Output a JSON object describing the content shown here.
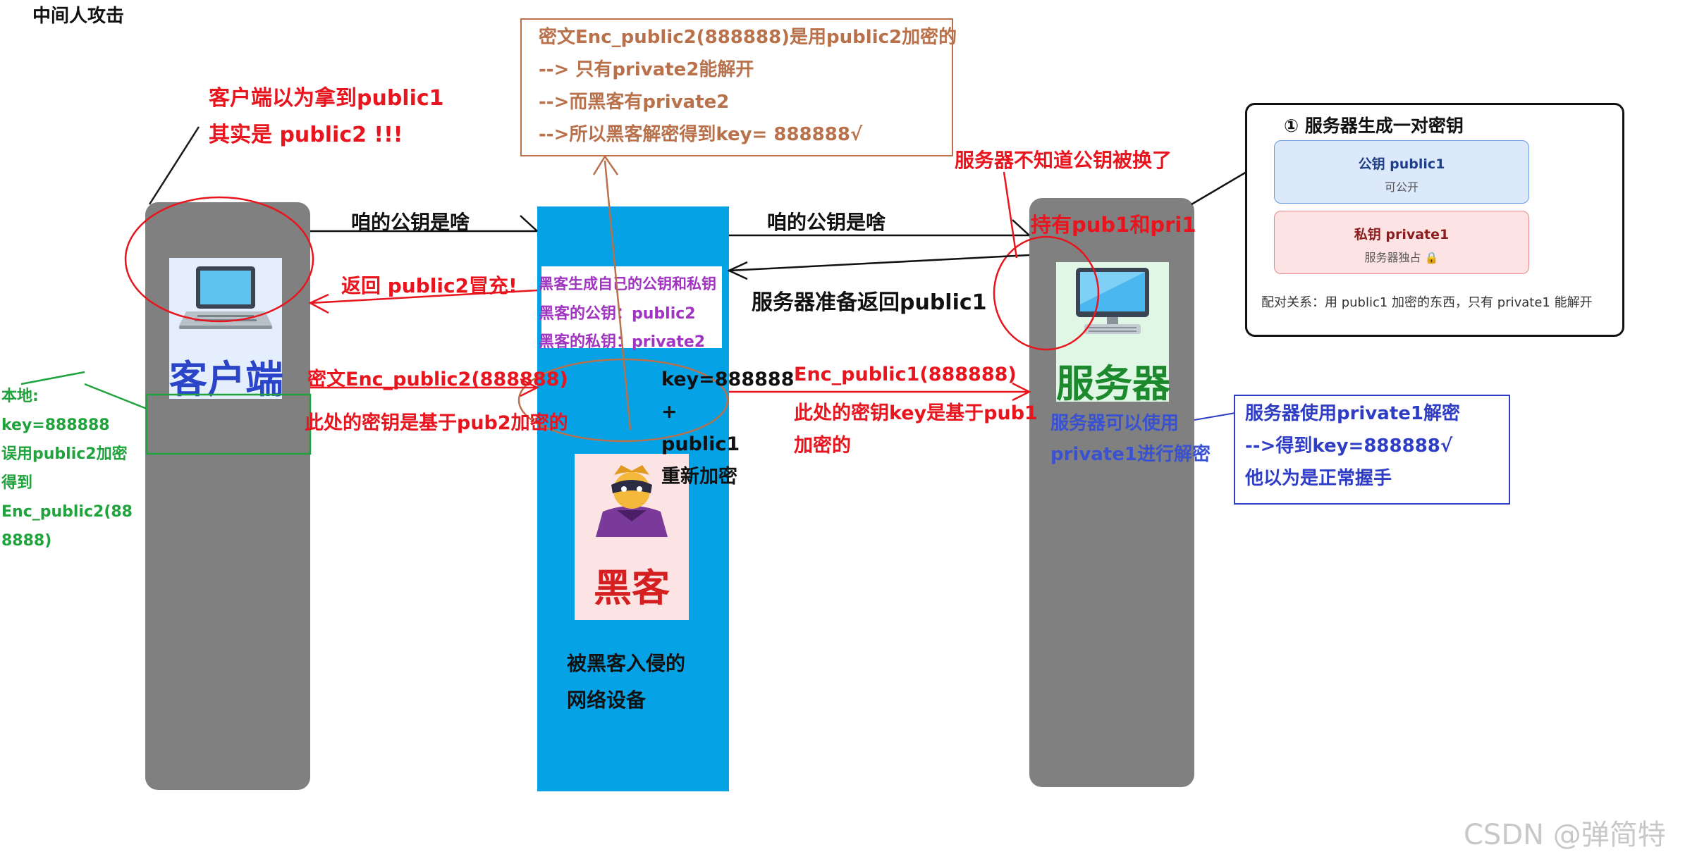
{
  "title": "中间人攻击",
  "client": {
    "label": "客户端",
    "icon": "laptop-icon",
    "thought_line1": "客户端以为拿到public1",
    "thought_line2": "其实是 public2 !!!",
    "local_lines": [
      "本地:",
      "key=888888",
      "误用public2加密",
      "得到",
      "Enc_public2(88",
      "8888)"
    ]
  },
  "hacker": {
    "label": "黑客",
    "icon": "villain-icon",
    "gen_line1": "黑客生成自己的公钥和私钥",
    "gen_line2": "黑客的公钥：public2",
    "gen_line3": "黑客的私钥：private2",
    "reencrypt": [
      "key=888888",
      "+",
      "public1",
      "重新加密"
    ],
    "device_line1": "被黑客入侵的",
    "device_line2": "网络设备"
  },
  "server": {
    "label": "服务器",
    "icon": "monitor-icon",
    "holds": "持有pub1和pri1",
    "can_use_line1": "服务器可以使用",
    "can_use_line2": "private1进行解密",
    "unaware": "服务器不知道公钥被换了",
    "decrypt_box": [
      "服务器使用private1解密",
      "-->得到key=888888√",
      "他以为是正常握手"
    ]
  },
  "top_box": {
    "lines": [
      "密文Enc_public2(888888)是用public2加密的",
      "--> 只有private2能解开",
      "-->而黑客有private2",
      "-->所以黑客解密得到key= 888888√"
    ]
  },
  "messages": {
    "ask1": "咱的公钥是啥",
    "ask2": "咱的公钥是啥",
    "return_fake": "返回 public2冒充!",
    "server_return": "服务器准备返回public1",
    "cipher_client": "密文Enc_public2(888888)",
    "cipher_client_note": "此处的密钥是基于pub2加密的",
    "cipher_server": "Enc_public1(888888)",
    "cipher_server_note_line1": "此处的密钥key是基于pub1",
    "cipher_server_note_line2": "加密的"
  },
  "keypair_card": {
    "title": "① 服务器生成一对密钥",
    "public_label": "公钥 public1",
    "public_sub": "可公开",
    "private_label": "私钥 private1",
    "private_sub": "服务器独占 🔒",
    "relation": "配对关系：用 public1 加密的东西，只有 private1 能解开"
  },
  "watermark": "CSDN @弹简特",
  "colors": {
    "column": "#808080",
    "network_device": "#05a2e6",
    "accent_red": "#e8141e",
    "tan": "#b9714b",
    "purple": "#a034c0",
    "green": "#20a23c",
    "blue": "#2f3dc4",
    "client_label": "#2a45c8",
    "server_label": "#1c8a2c",
    "hacker_label": "#d42020"
  }
}
